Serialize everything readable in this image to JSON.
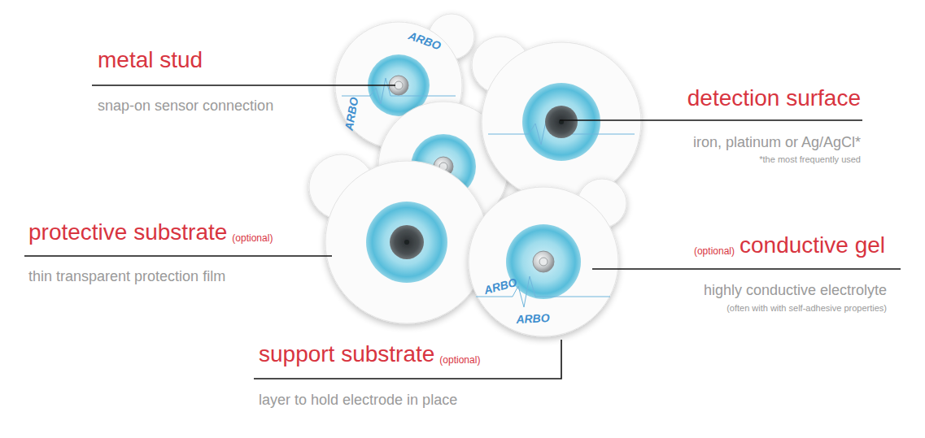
{
  "diagram": {
    "labels": [
      "metal stud",
      "snap-on sensor connection",
      "detection surface",
      "iron, platinum or Ag/AgCl*",
      "*the most frequently used",
      "ARBO",
      "ARBO",
      "protective substrate",
      "(optional)",
      "thin transparent protection film",
      "(optional)",
      "conductive gel",
      "highly conductive electrolyte",
      "(often with with self-adhesive properties)",
      "ARBO",
      "ARBO",
      "support substrate",
      "(optional)",
      "layer to hold electrode in place"
    ]
  }
}
